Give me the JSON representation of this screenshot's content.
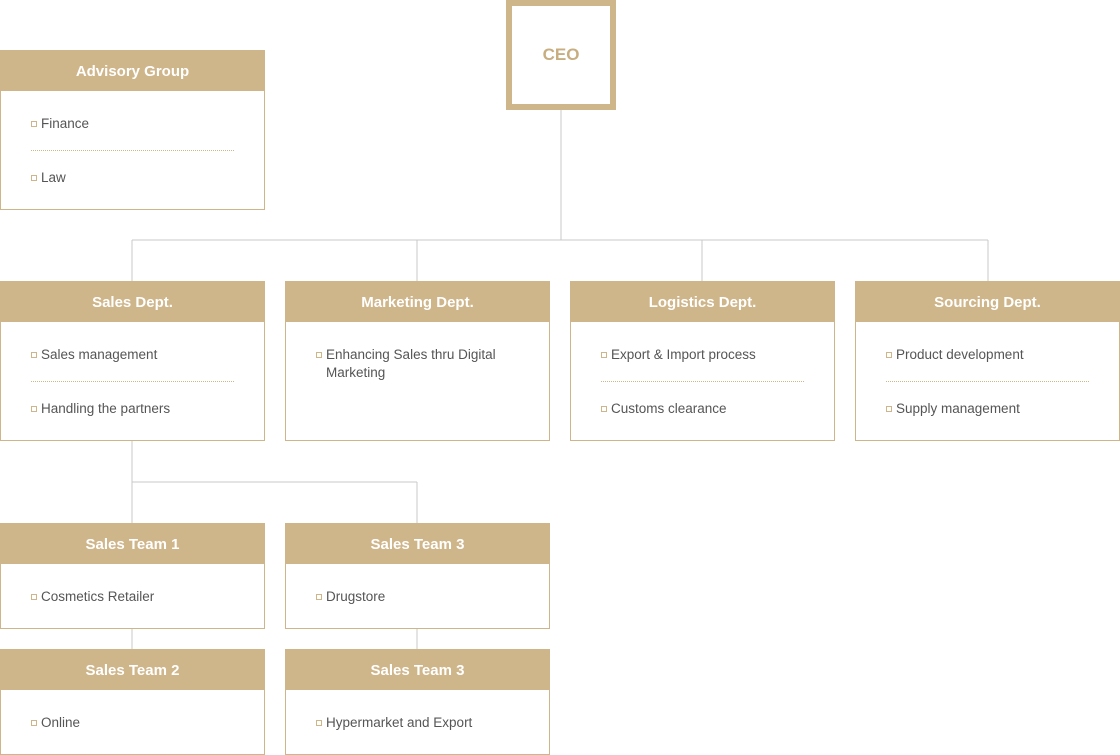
{
  "ceo": {
    "label": "CEO"
  },
  "advisory": {
    "title": "Advisory Group",
    "items": [
      "Finance",
      "Law"
    ]
  },
  "departments": [
    {
      "title": "Sales Dept.",
      "items": [
        "Sales management",
        "Handling the partners"
      ]
    },
    {
      "title": "Marketing Dept.",
      "items": [
        "Enhancing Sales thru Digital Marketing"
      ]
    },
    {
      "title": "Logistics Dept.",
      "items": [
        "Export & Import process",
        "Customs clearance"
      ]
    },
    {
      "title": "Sourcing Dept.",
      "items": [
        "Product development",
        "Supply management"
      ]
    }
  ],
  "teams": [
    {
      "title": "Sales Team 1",
      "items": [
        "Cosmetics Retailer"
      ]
    },
    {
      "title": "Sales Team 3",
      "items": [
        "Drugstore"
      ]
    },
    {
      "title": "Sales Team 2",
      "items": [
        "Online"
      ]
    },
    {
      "title": "Sales Team 3",
      "items": [
        "Hypermarket and Export"
      ]
    }
  ],
  "colors": {
    "accent": "#cfb58a",
    "line": "#c8c8c8",
    "text": "#555555"
  }
}
